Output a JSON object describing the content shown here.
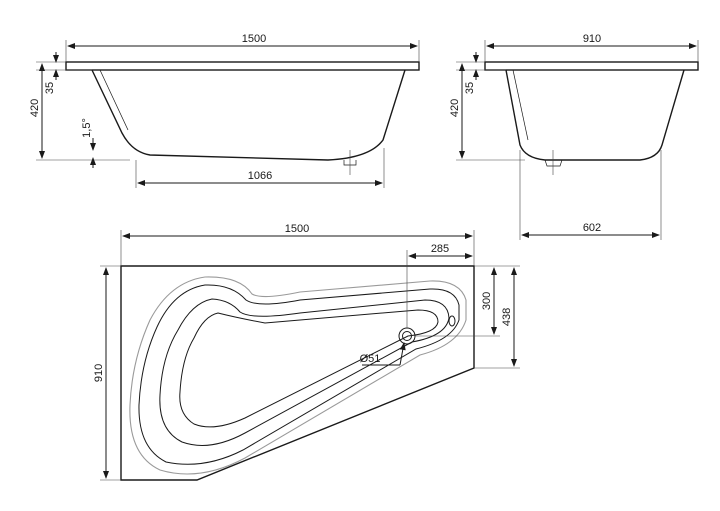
{
  "side_view": {
    "length": "1500",
    "depth": "420",
    "rim": "35",
    "slope": "1,5°",
    "bottom_length": "1066"
  },
  "end_view": {
    "width": "910",
    "depth": "420",
    "rim": "35",
    "bottom_width": "602"
  },
  "plan_view": {
    "length": "1500",
    "width": "910",
    "drain_x": "285",
    "drain_y": "300",
    "corner_width": "438",
    "drain_diameter": "Ø51"
  }
}
